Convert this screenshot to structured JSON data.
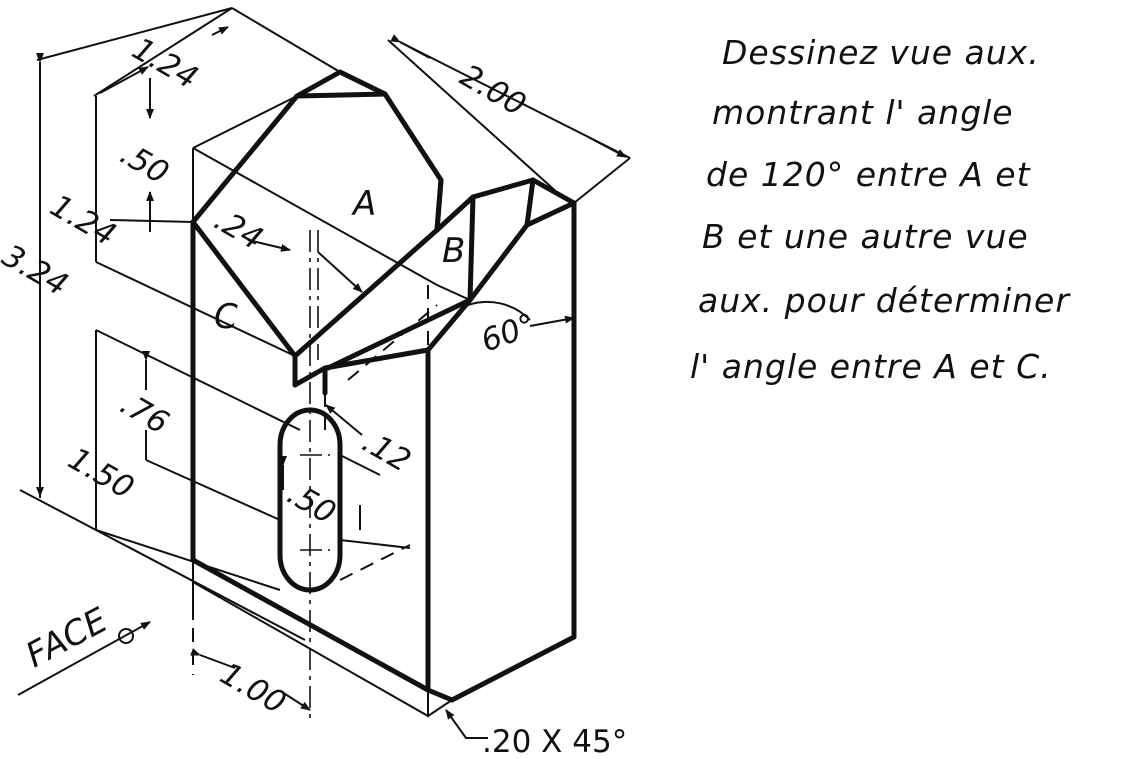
{
  "dimensions": {
    "depth_top": "1.24",
    "width_top": "2.00",
    "slot_top_offset": ".50",
    "upper_height": "1.24",
    "total_height": "3.24",
    "lower_height": "1.50",
    "slot_center_offset": ".76",
    "slot_width": ".50",
    "notch_width": ".24",
    "notch_depth": ".12",
    "angle": "60°",
    "base_width": "1.00",
    "chamfer": ".20 X 45°"
  },
  "face_labels": {
    "a": "A",
    "b": "B",
    "c": "C"
  },
  "view_arrow_label": "FACE",
  "instructions": [
    "Dessinez  vue aux.",
    "montrant  l' angle",
    "de 120°  entre A et",
    "B et une  autre vue",
    "aux. pour  déterminer",
    "l' angle  entre A et C."
  ]
}
